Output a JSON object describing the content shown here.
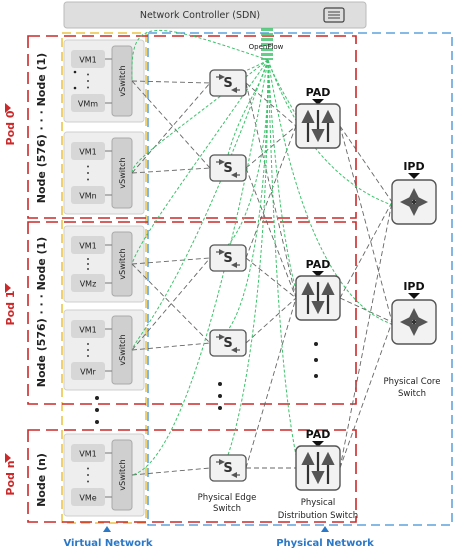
{
  "controller": {
    "label": "Network Controller (SDN)",
    "link_label": "OpenFlow"
  },
  "pods": [
    {
      "label": "Pod 0",
      "node_label": "Node (576) · · · Node (1)"
    },
    {
      "label": "Pod 1",
      "node_label": "Node (576) · · · Node (1)"
    },
    {
      "label": "Pod n",
      "node_label": "Node (n)"
    }
  ],
  "node_groups": [
    {
      "vms": [
        "VM1",
        "VMm"
      ],
      "vswitch": "vSwitch"
    },
    {
      "vms": [
        "VM1",
        "VMn"
      ],
      "vswitch": "vSwitch"
    },
    {
      "vms": [
        "VM1",
        "VMz"
      ],
      "vswitch": "vSwitch"
    },
    {
      "vms": [
        "VM1",
        "VMr"
      ],
      "vswitch": "vSwitch"
    },
    {
      "vms": [
        "VM1",
        "VMe"
      ],
      "vswitch": "vSwitch"
    }
  ],
  "edge_switch": {
    "glyph": "S",
    "caption_lines": [
      "Physical Edge",
      "Switch"
    ]
  },
  "distribution_switch": {
    "tag": "PAD",
    "caption_lines": [
      "Physical",
      "Distribution Switch"
    ]
  },
  "core_switch": {
    "tag": "IPD",
    "caption_lines": [
      "Physical Core",
      "Switch"
    ]
  },
  "footer": {
    "virtual": "Virtual Network",
    "physical": "Physical Network"
  },
  "colors": {
    "pod_border": "#cc2a2a",
    "virtual_border": "#e8b820",
    "physical_border": "#3f8fd6",
    "openflow": "#3cc26a",
    "link": "#666666",
    "node_fill": "#eeeeee",
    "vm_fill": "#d7d7d7",
    "switch_fill": "#f2f2f2",
    "switch_stroke": "#555555",
    "footer_text": "#2a78c8",
    "pod_text": "#cc2a2a"
  }
}
